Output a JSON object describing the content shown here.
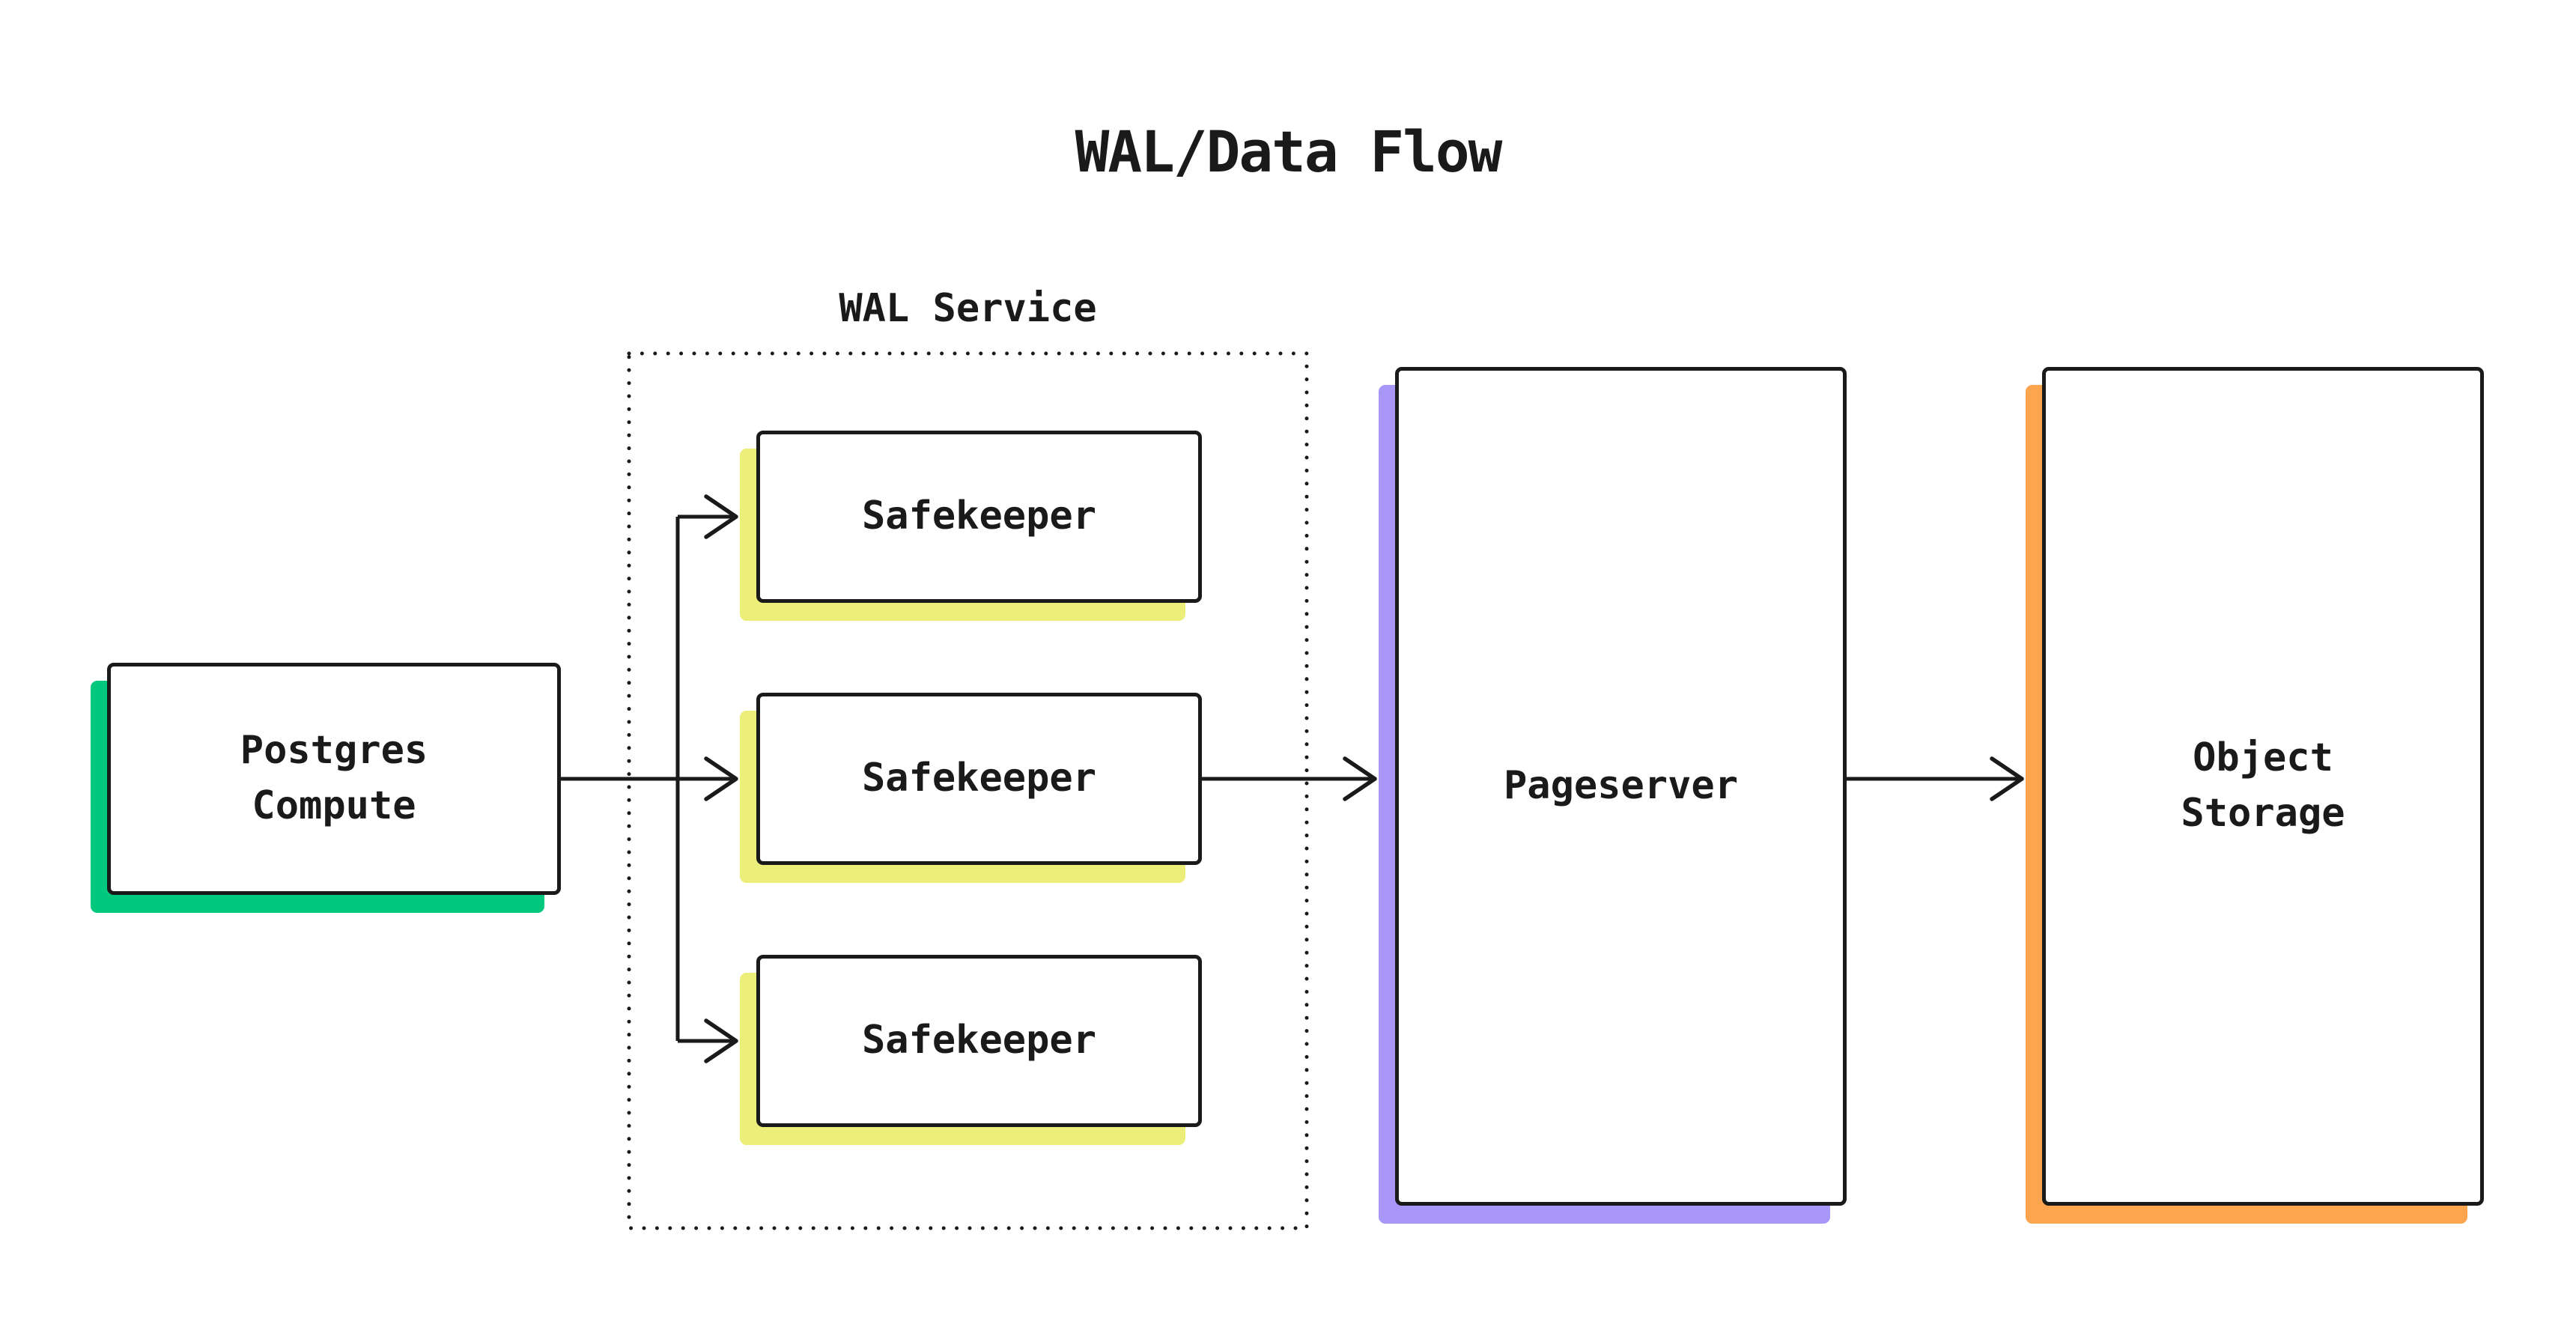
{
  "diagram": {
    "title": "WAL/Data Flow",
    "wal_service": {
      "label": "WAL Service"
    },
    "nodes": {
      "postgres_compute": {
        "label": "Postgres\nCompute",
        "accent": "#00C97E"
      },
      "safekeeper_1": {
        "label": "Safekeeper",
        "accent": "#EBEE78"
      },
      "safekeeper_2": {
        "label": "Safekeeper",
        "accent": "#EBEE78"
      },
      "safekeeper_3": {
        "label": "Safekeeper",
        "accent": "#EBEE78"
      },
      "pageserver": {
        "label": "Pageserver",
        "accent": "#A896F8"
      },
      "object_storage": {
        "label": "Object\nStorage",
        "accent": "#FDA44F"
      }
    },
    "edges": [
      {
        "from": "postgres_compute",
        "to": "safekeeper_1"
      },
      {
        "from": "postgres_compute",
        "to": "safekeeper_2"
      },
      {
        "from": "postgres_compute",
        "to": "safekeeper_3"
      },
      {
        "from": "safekeeper_2",
        "to": "pageserver"
      },
      {
        "from": "pageserver",
        "to": "object_storage"
      }
    ],
    "colors": {
      "ink": "#1a1a1a",
      "background": "#ffffff"
    }
  }
}
